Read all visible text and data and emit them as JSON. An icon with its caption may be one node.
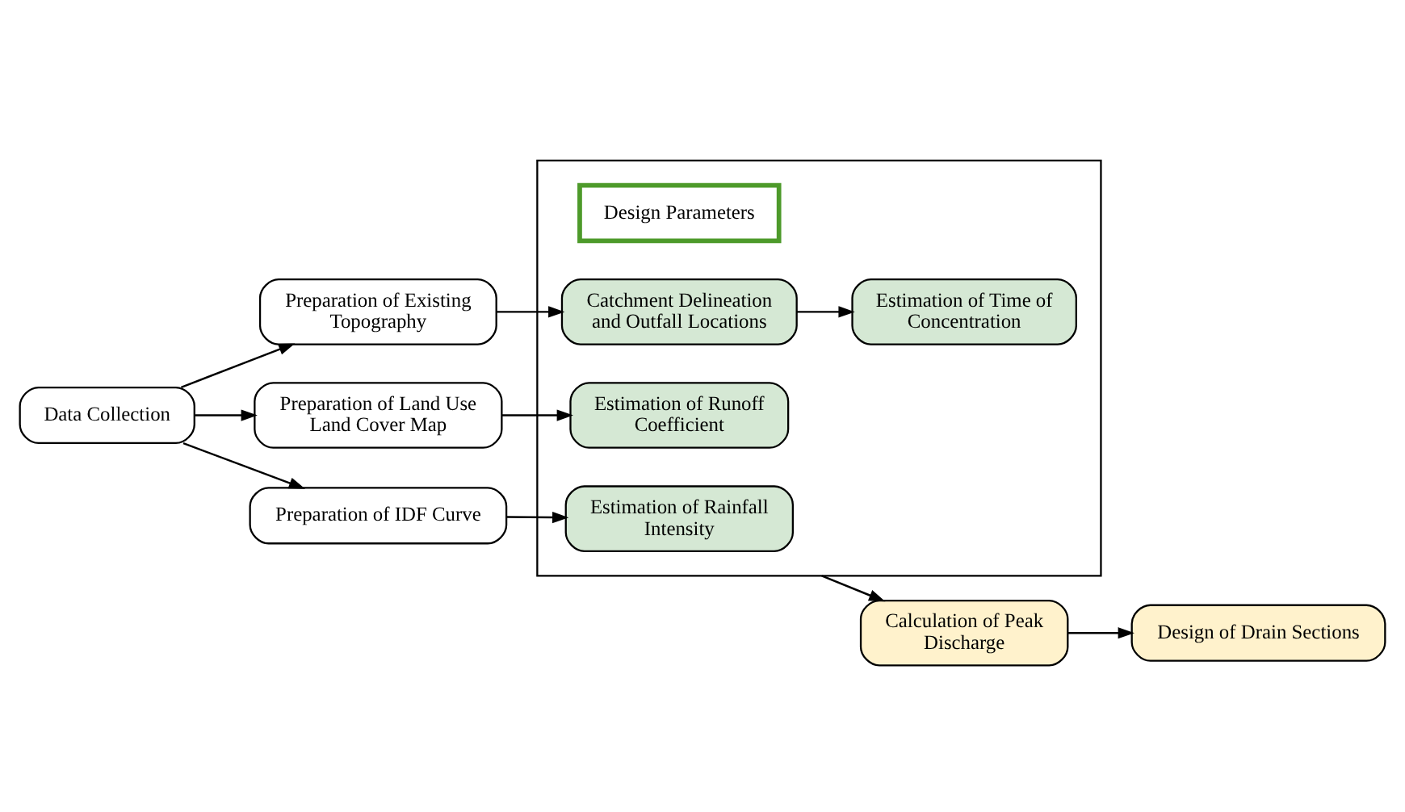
{
  "diagram": {
    "nodes": [
      {
        "text": [
          "Data Collection"
        ]
      },
      {
        "text": [
          "Preparation of Existing Topography"
        ]
      },
      {
        "text": [
          "Preparation of Land Use Land Cover Map"
        ]
      },
      {
        "text": [
          "Preparation of IDF Curve"
        ]
      },
      {
        "text": [],
        "shape": "box"
      },
      {
        "text": [
          "Design Parameters"
        ],
        "in": 4
      },
      {
        "text": [
          "Catchment Delineation and Outfall Locations"
        ],
        "in": 4
      },
      {
        "text": [
          "Estimation of Time of Concentration"
        ],
        "in": 4
      },
      {
        "text": [
          "Estimation of Runoff Coefficient"
        ],
        "in": 4
      },
      {
        "text": [
          "Estimation of Rainfall Intensity"
        ],
        "in": 4
      },
      {
        "text": [
          "Calculation of Peak Discharge"
        ]
      },
      {
        "text": [
          "Design of Drain Sections"
        ]
      }
    ],
    "edges": [
      {
        "from": 0,
        "to": 1,
        "arrow": "to"
      },
      {
        "from": 0,
        "to": 2,
        "arrow": "to"
      },
      {
        "from": 0,
        "to": 3,
        "arrow": "to"
      },
      {
        "from": 1,
        "to": 6,
        "arrow": "to"
      },
      {
        "from": 6,
        "to": 7,
        "arrow": "to"
      },
      {
        "from": 2,
        "to": 8,
        "arrow": "to"
      },
      {
        "from": 3,
        "to": 9,
        "arrow": "to"
      },
      {
        "from": 4,
        "to": 10,
        "arrow": "to"
      },
      {
        "from": 10,
        "to": 11,
        "arrow": "to"
      }
    ]
  }
}
